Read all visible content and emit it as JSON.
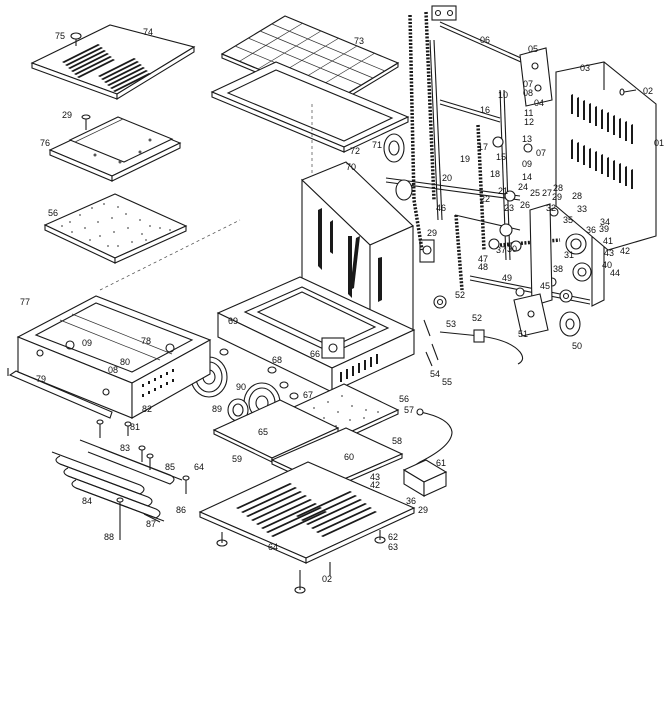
{
  "part_labels": [
    {
      "id": "75",
      "text": "75"
    },
    {
      "id": "74",
      "text": "74"
    },
    {
      "id": "73",
      "text": "73"
    },
    {
      "id": "72",
      "text": "72"
    },
    {
      "id": "29a",
      "text": "29"
    },
    {
      "id": "76",
      "text": "76"
    },
    {
      "id": "56a",
      "text": "56"
    },
    {
      "id": "70",
      "text": "70"
    },
    {
      "id": "71",
      "text": "71"
    },
    {
      "id": "06",
      "text": "06"
    },
    {
      "id": "05",
      "text": "05"
    },
    {
      "id": "03",
      "text": "03"
    },
    {
      "id": "02a",
      "text": "02"
    },
    {
      "id": "01",
      "text": "01"
    },
    {
      "id": "07a",
      "text": "07"
    },
    {
      "id": "08a",
      "text": "08"
    },
    {
      "id": "04",
      "text": "04"
    },
    {
      "id": "10",
      "text": "10"
    },
    {
      "id": "11",
      "text": "11"
    },
    {
      "id": "12",
      "text": "12"
    },
    {
      "id": "16",
      "text": "16"
    },
    {
      "id": "13",
      "text": "13"
    },
    {
      "id": "07b",
      "text": "07"
    },
    {
      "id": "19",
      "text": "19"
    },
    {
      "id": "17",
      "text": "17"
    },
    {
      "id": "15",
      "text": "15"
    },
    {
      "id": "09a",
      "text": "09"
    },
    {
      "id": "18",
      "text": "18"
    },
    {
      "id": "14",
      "text": "14"
    },
    {
      "id": "20",
      "text": "20"
    },
    {
      "id": "46",
      "text": "46"
    },
    {
      "id": "21",
      "text": "21"
    },
    {
      "id": "24",
      "text": "24"
    },
    {
      "id": "22",
      "text": "22"
    },
    {
      "id": "23",
      "text": "23"
    },
    {
      "id": "25",
      "text": "25"
    },
    {
      "id": "27",
      "text": "27"
    },
    {
      "id": "28a",
      "text": "28"
    },
    {
      "id": "26",
      "text": "26"
    },
    {
      "id": "29b",
      "text": "29"
    },
    {
      "id": "28b",
      "text": "28"
    },
    {
      "id": "32",
      "text": "32"
    },
    {
      "id": "33",
      "text": "33"
    },
    {
      "id": "34",
      "text": "34"
    },
    {
      "id": "35",
      "text": "35"
    },
    {
      "id": "36a",
      "text": "36"
    },
    {
      "id": "37",
      "text": "37"
    },
    {
      "id": "39",
      "text": "39"
    },
    {
      "id": "30",
      "text": "30"
    },
    {
      "id": "31",
      "text": "31"
    },
    {
      "id": "41",
      "text": "41"
    },
    {
      "id": "42",
      "text": "42"
    },
    {
      "id": "43",
      "text": "43"
    },
    {
      "id": "44",
      "text": "44"
    },
    {
      "id": "38",
      "text": "38"
    },
    {
      "id": "40",
      "text": "40"
    },
    {
      "id": "45",
      "text": "45"
    },
    {
      "id": "47",
      "text": "47"
    },
    {
      "id": "48",
      "text": "48"
    },
    {
      "id": "49",
      "text": "49"
    },
    {
      "id": "29c",
      "text": "29"
    },
    {
      "id": "52a",
      "text": "52"
    },
    {
      "id": "53",
      "text": "53"
    },
    {
      "id": "52b",
      "text": "52"
    },
    {
      "id": "51",
      "text": "51"
    },
    {
      "id": "50",
      "text": "50"
    },
    {
      "id": "54",
      "text": "54"
    },
    {
      "id": "55",
      "text": "55"
    },
    {
      "id": "77",
      "text": "77"
    },
    {
      "id": "09b",
      "text": "09"
    },
    {
      "id": "78",
      "text": "78"
    },
    {
      "id": "80",
      "text": "80"
    },
    {
      "id": "08b",
      "text": "08"
    },
    {
      "id": "79",
      "text": "79"
    },
    {
      "id": "69",
      "text": "69"
    },
    {
      "id": "66",
      "text": "66"
    },
    {
      "id": "67",
      "text": "67"
    },
    {
      "id": "68",
      "text": "68"
    },
    {
      "id": "90",
      "text": "90"
    },
    {
      "id": "65",
      "text": "65"
    },
    {
      "id": "89",
      "text": "89"
    },
    {
      "id": "82",
      "text": "82"
    },
    {
      "id": "81",
      "text": "81"
    },
    {
      "id": "56b",
      "text": "56"
    },
    {
      "id": "57",
      "text": "57"
    },
    {
      "id": "58",
      "text": "58"
    },
    {
      "id": "59",
      "text": "59"
    },
    {
      "id": "60",
      "text": "60"
    },
    {
      "id": "61",
      "text": "61"
    },
    {
      "id": "43b",
      "text": "43"
    },
    {
      "id": "42b",
      "text": "42"
    },
    {
      "id": "36b",
      "text": "36"
    },
    {
      "id": "29d",
      "text": "29"
    },
    {
      "id": "83",
      "text": "83"
    },
    {
      "id": "85",
      "text": "85"
    },
    {
      "id": "64a",
      "text": "64"
    },
    {
      "id": "84",
      "text": "84"
    },
    {
      "id": "86",
      "text": "86"
    },
    {
      "id": "87",
      "text": "87"
    },
    {
      "id": "88",
      "text": "88"
    },
    {
      "id": "64b",
      "text": "64"
    },
    {
      "id": "62",
      "text": "62"
    },
    {
      "id": "63",
      "text": "63"
    },
    {
      "id": "02b",
      "text": "02"
    }
  ]
}
